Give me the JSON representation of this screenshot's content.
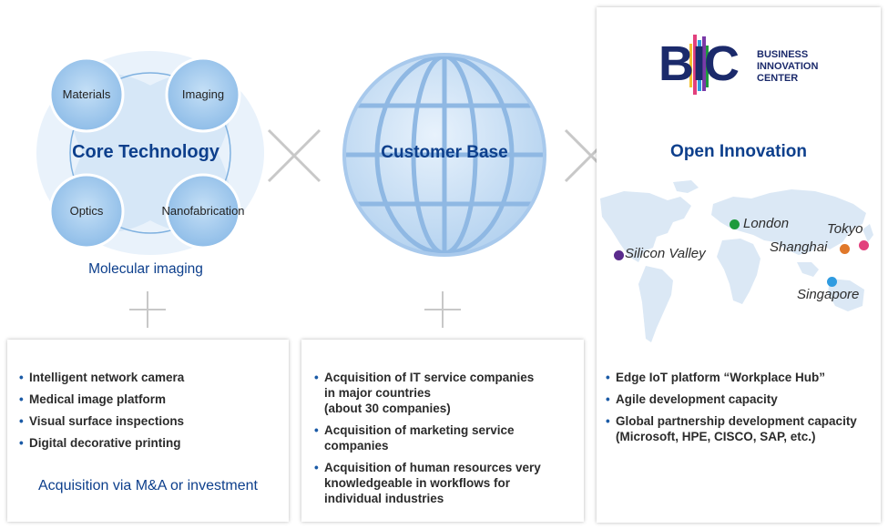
{
  "colors": {
    "navy": "#0d3f8c",
    "globe_light": "#cfe2f6",
    "bubble": "#a9cdef",
    "map_land": "#dde9f5",
    "cross": "#c8c8c8",
    "dot_london": "#1e9a3c",
    "dot_tokyo": "#e2407d",
    "dot_shanghai": "#e0782a",
    "dot_sv": "#5a2b8c",
    "dot_singapore": "#2f9be0"
  },
  "core": {
    "title": "Core Technology",
    "bubbles": [
      "Materials",
      "Imaging",
      "Optics",
      "Nanofabrication"
    ],
    "caption": "Molecular imaging"
  },
  "customer": {
    "title": "Customer Base"
  },
  "open": {
    "logo_letters": "BIC",
    "logo_text": [
      "BUSINESS",
      "INNOVATION",
      "CENTER"
    ],
    "title": "Open Innovation",
    "cities": {
      "london": "London",
      "tokyo": "Tokyo",
      "shanghai": "Shanghai",
      "silicon_valley": "Silicon Valley",
      "singapore": "Singapore"
    }
  },
  "panels": {
    "left": {
      "items": [
        "Intelligent network camera",
        "Medical image platform",
        "Visual surface inspections",
        "Digital decorative printing"
      ],
      "footer": "Acquisition via M&A or investment"
    },
    "middle": {
      "items": [
        [
          "Acquisition of IT service companies",
          "in major countries",
          "(about 30 companies)"
        ],
        [
          "Acquisition of marketing service companies"
        ],
        [
          "Acquisition of human resources very",
          "knowledgeable in workflows for",
          "individual industries"
        ]
      ]
    },
    "right": {
      "items": [
        [
          "Edge IoT platform “Workplace Hub”"
        ],
        [
          "Agile development capacity"
        ],
        [
          "Global partnership development capacity",
          "(Microsoft, HPE, CISCO, SAP, etc.)"
        ]
      ]
    }
  }
}
